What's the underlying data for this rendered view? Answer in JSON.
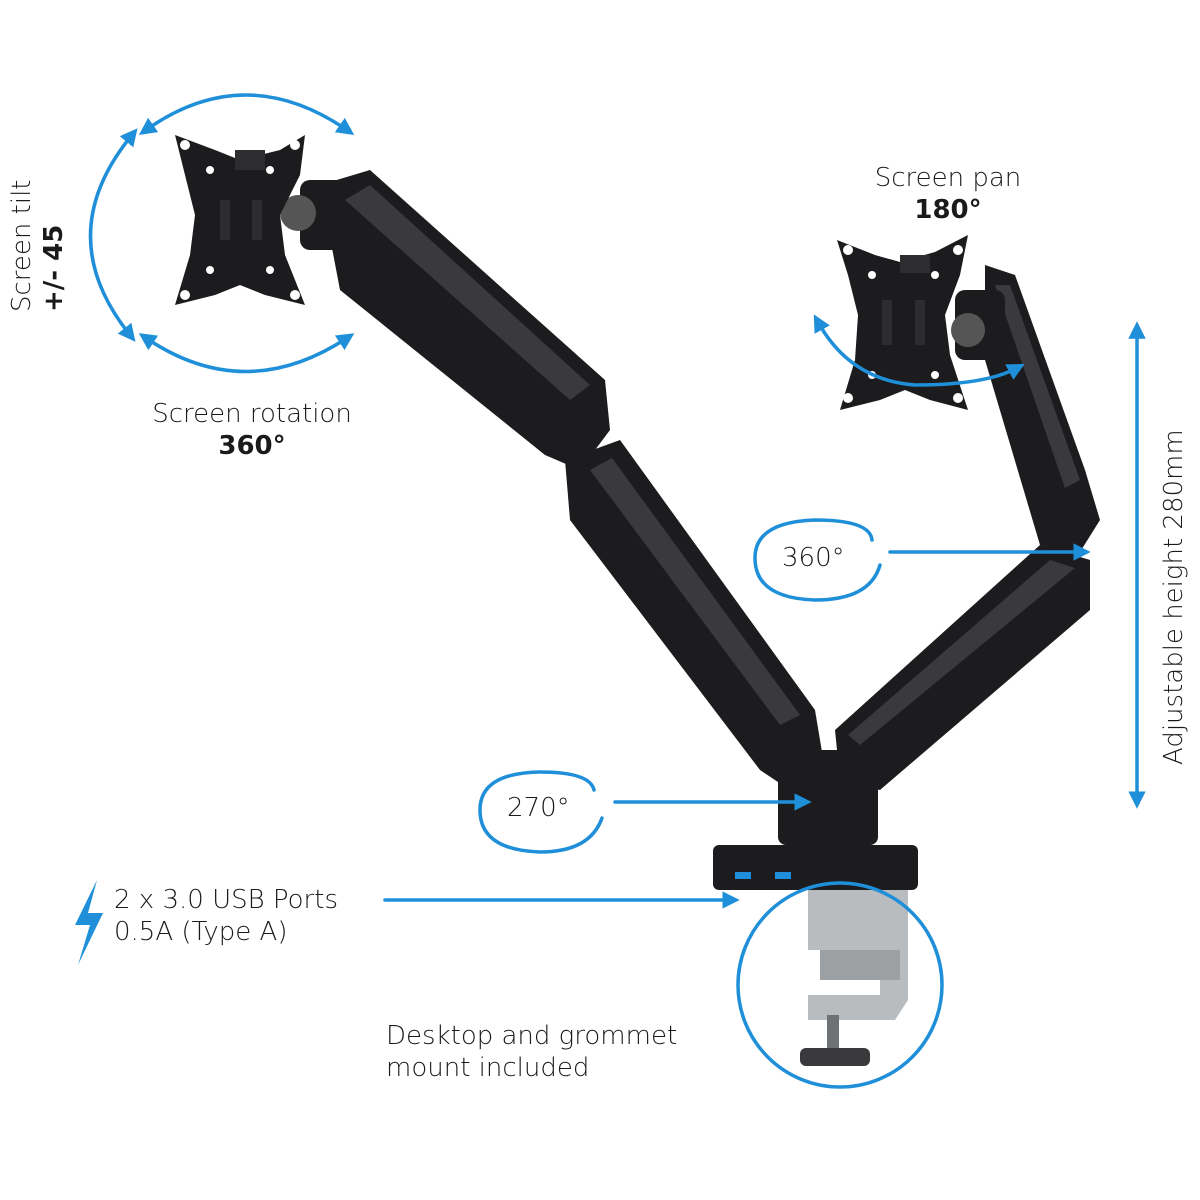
{
  "labels": {
    "tilt_title": "Screen tilt",
    "tilt_value": "+/- 45",
    "rotation_title": "Screen rotation",
    "rotation_value": "360°",
    "pan_title": "Screen pan",
    "pan_value": "180°",
    "arm_swivel": "360°",
    "base_swivel": "270°",
    "height": "Adjustable height 280mm",
    "usb_line1": "2 x 3.0 USB Ports",
    "usb_line2": "0.5A (Type A)",
    "mount_line1": "Desktop and grommet",
    "mount_line2": "mount included"
  },
  "colors": {
    "accent": "#1e8fd8",
    "arm": "#1c1c1e",
    "arm_highlight": "#3a3a3d",
    "clamp": "#b9bcbf",
    "text": "#1a1a1a"
  },
  "icons": [
    "lightning-bolt-icon"
  ]
}
